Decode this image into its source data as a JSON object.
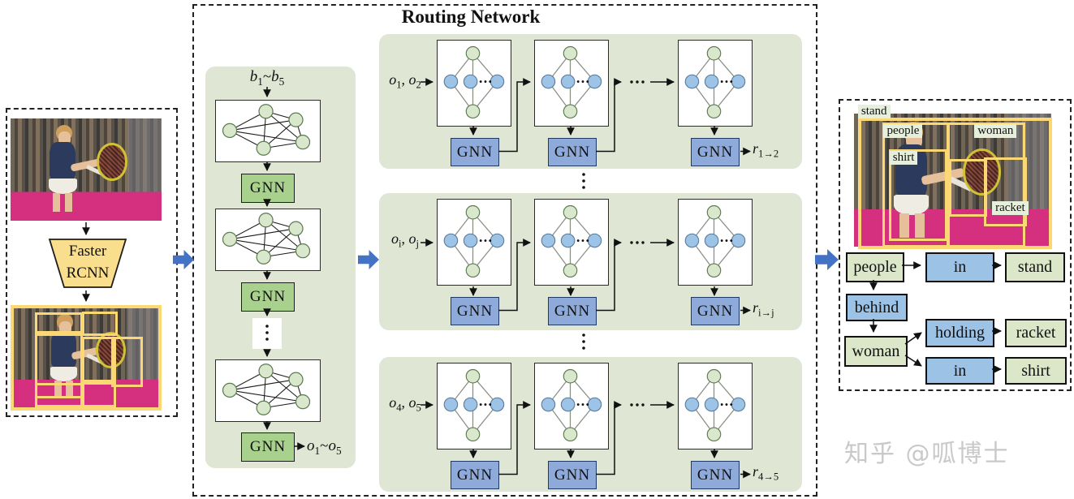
{
  "title": "Routing Network",
  "watermark": "知乎 @呱博士",
  "gnn": "GNN",
  "detector": {
    "line1": "Faster",
    "line2": "RCNN"
  },
  "b_column": {
    "input": {
      "base1": "b",
      "sub1": "1",
      "sep": "~",
      "base2": "b",
      "sub2": "5"
    },
    "output": {
      "base1": "o",
      "sub1": "1",
      "sep": "~",
      "base2": "o",
      "sub2": "5"
    }
  },
  "rows": [
    {
      "input": {
        "base1": "o",
        "sub1": "1",
        "sep": ", ",
        "base2": "o",
        "sub2": "2"
      },
      "output": {
        "base": "r",
        "sub": "1→2"
      }
    },
    {
      "input": {
        "base1": "o",
        "sub1": "i",
        "sep": ", ",
        "base2": "o",
        "sub2": "j"
      },
      "output": {
        "base": "r",
        "sub": "i→j"
      }
    },
    {
      "input": {
        "base1": "o",
        "sub1": "4",
        "sep": ", ",
        "base2": "o",
        "sub2": "5"
      },
      "output": {
        "base": "r",
        "sub": "4→5"
      }
    }
  ],
  "output_panel": {
    "image_labels": {
      "stand": "stand",
      "people": "people",
      "woman": "woman",
      "shirt": "shirt",
      "racket": "racket"
    },
    "graph": {
      "people": "people",
      "in1": "in",
      "stand": "stand",
      "behind": "behind",
      "woman": "woman",
      "holding": "holding",
      "racket": "racket",
      "in2": "in",
      "shirt": "shirt"
    }
  },
  "colors": {
    "gnn_green": "#a9d18e",
    "gnn_blue": "#8eaadb",
    "node_green": "#d9e8cc",
    "node_blue": "#9dc3e6",
    "panel_sage": "#dfe6d4",
    "bbox_yellow": "#fbd873",
    "detector_yellow": "#f8de8d",
    "flow_arrow_blue": "#4472c4",
    "graph_node_green": "#dbe7c8",
    "graph_node_blue": "#9cc2e5",
    "banner_pink": "#d5307f"
  }
}
